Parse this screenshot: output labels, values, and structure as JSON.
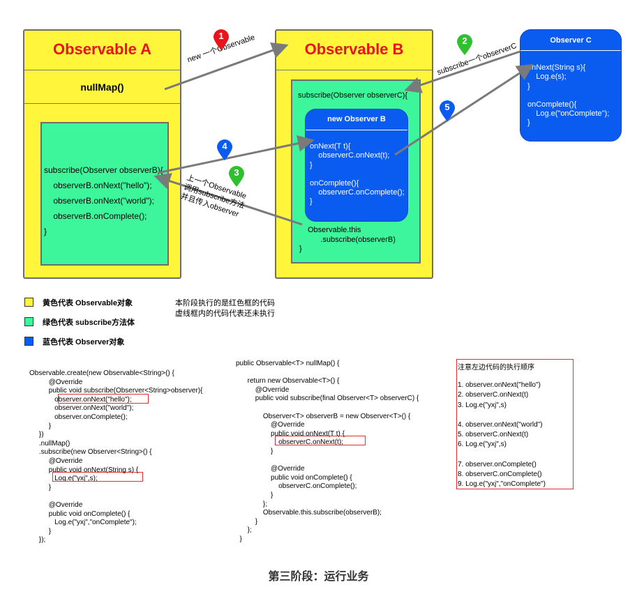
{
  "observable_a": {
    "title": "Observable A",
    "method": "nullMap()",
    "code": [
      "subscribe(Observer observerB){",
      "    observerB.onNext(\"hello\");",
      "    observerB.onNext(\"world\");",
      "    observerB.onComplete();",
      "}"
    ]
  },
  "observable_b": {
    "title": "Observable B",
    "subscribe_header": "subscribe(Observer observerC){",
    "inner_title": "new Observer B",
    "inner_code": [
      "onNext(T t){",
      "    observerC.onNext(t);",
      "}",
      "",
      "onComplete(){",
      "    observerC.onComplete();",
      "}"
    ],
    "footer_code": [
      "Observable.this",
      "      .subscribe(observerB)",
      "}"
    ]
  },
  "observer_c": {
    "title": "Observer C",
    "code": [
      "onNext(String s){",
      "    Log.e(s);",
      "}",
      "",
      "onComplete(){",
      "    Log.e(\"onComplete\");",
      "}"
    ]
  },
  "arrows": {
    "a1": "new  一个Observable",
    "a2": "subscribe一个observerC",
    "a3": [
      "上一个Observable",
      "调用subscribe方法",
      "并且传入observer"
    ]
  },
  "markers": [
    "1",
    "2",
    "3",
    "4",
    "5"
  ],
  "legend": [
    {
      "color": "#fff53b",
      "label": "黄色代表 Observable对象"
    },
    {
      "color": "#3df59b",
      "label": "绿色代表 subscribe方法体"
    },
    {
      "color": "#0a5cf0",
      "label": "蓝色代表 Observer对象"
    }
  ],
  "note": [
    "本阶段执行的是红色框的代码",
    "虚线框内的代码代表还未执行"
  ],
  "code_left": [
    "Observable.create(new Observable<String>() {",
    "          @Override",
    "          public void subscribe(Observer<String>observer){",
    "             observer.onNext(\"hello\");",
    "             observer.onNext(\"world\");",
    "             observer.onComplete();",
    "          }",
    "     })",
    "     .nullMap()",
    "     .subscribe(new Observer<String>() {",
    "          @Override",
    "          public void onNext(String s) {",
    "             Log.e(\"yxj\",s);",
    "          }",
    "",
    "          @Override",
    "          public void onComplete() {",
    "             Log.e(\"yxj\",\"onComplete\");",
    "          }",
    "     });"
  ],
  "code_mid": [
    "public Observable<T> nullMap() {",
    "",
    "      return new Observable<T>() {",
    "          @Override",
    "          public void subscribe(final Observer<T> observerC) {",
    "",
    "              Observer<T> observerB = new Observer<T>() {",
    "                  @Override",
    "                  public void onNext(T t) {",
    "                      observerC.onNext(t);",
    "                  }",
    "",
    "                  @Override",
    "                  public void onComplete() {",
    "                      observerC.onComplete();",
    "                  }",
    "              };",
    "              Observable.this.subscribe(observerB);",
    "          }",
    "      };",
    "  }"
  ],
  "order_box": {
    "title": "注意左边代码的执行顺序",
    "items": [
      "1. observer.onNext(\"hello\")",
      "2. observerC.onNext(t)",
      "3. Log.e(\"yxj\",s)",
      "",
      "4. observer.onNext(\"world\")",
      "5. observerC.onNext(t)",
      "6. Log.e(\"yxj\",s)",
      "",
      "7. observer.onComplete()",
      "8. observerC.onComplete()",
      "9. Log.e(\"yxj\",\"onComplete\")"
    ]
  },
  "caption": "第三阶段：运行业务",
  "colors": {
    "yellow": "#fff53b",
    "green": "#3df59b",
    "blue": "#0a5cf0",
    "red": "#e8131b",
    "marker_green": "#2fbf2f",
    "arrow": "#7a7a7a"
  }
}
